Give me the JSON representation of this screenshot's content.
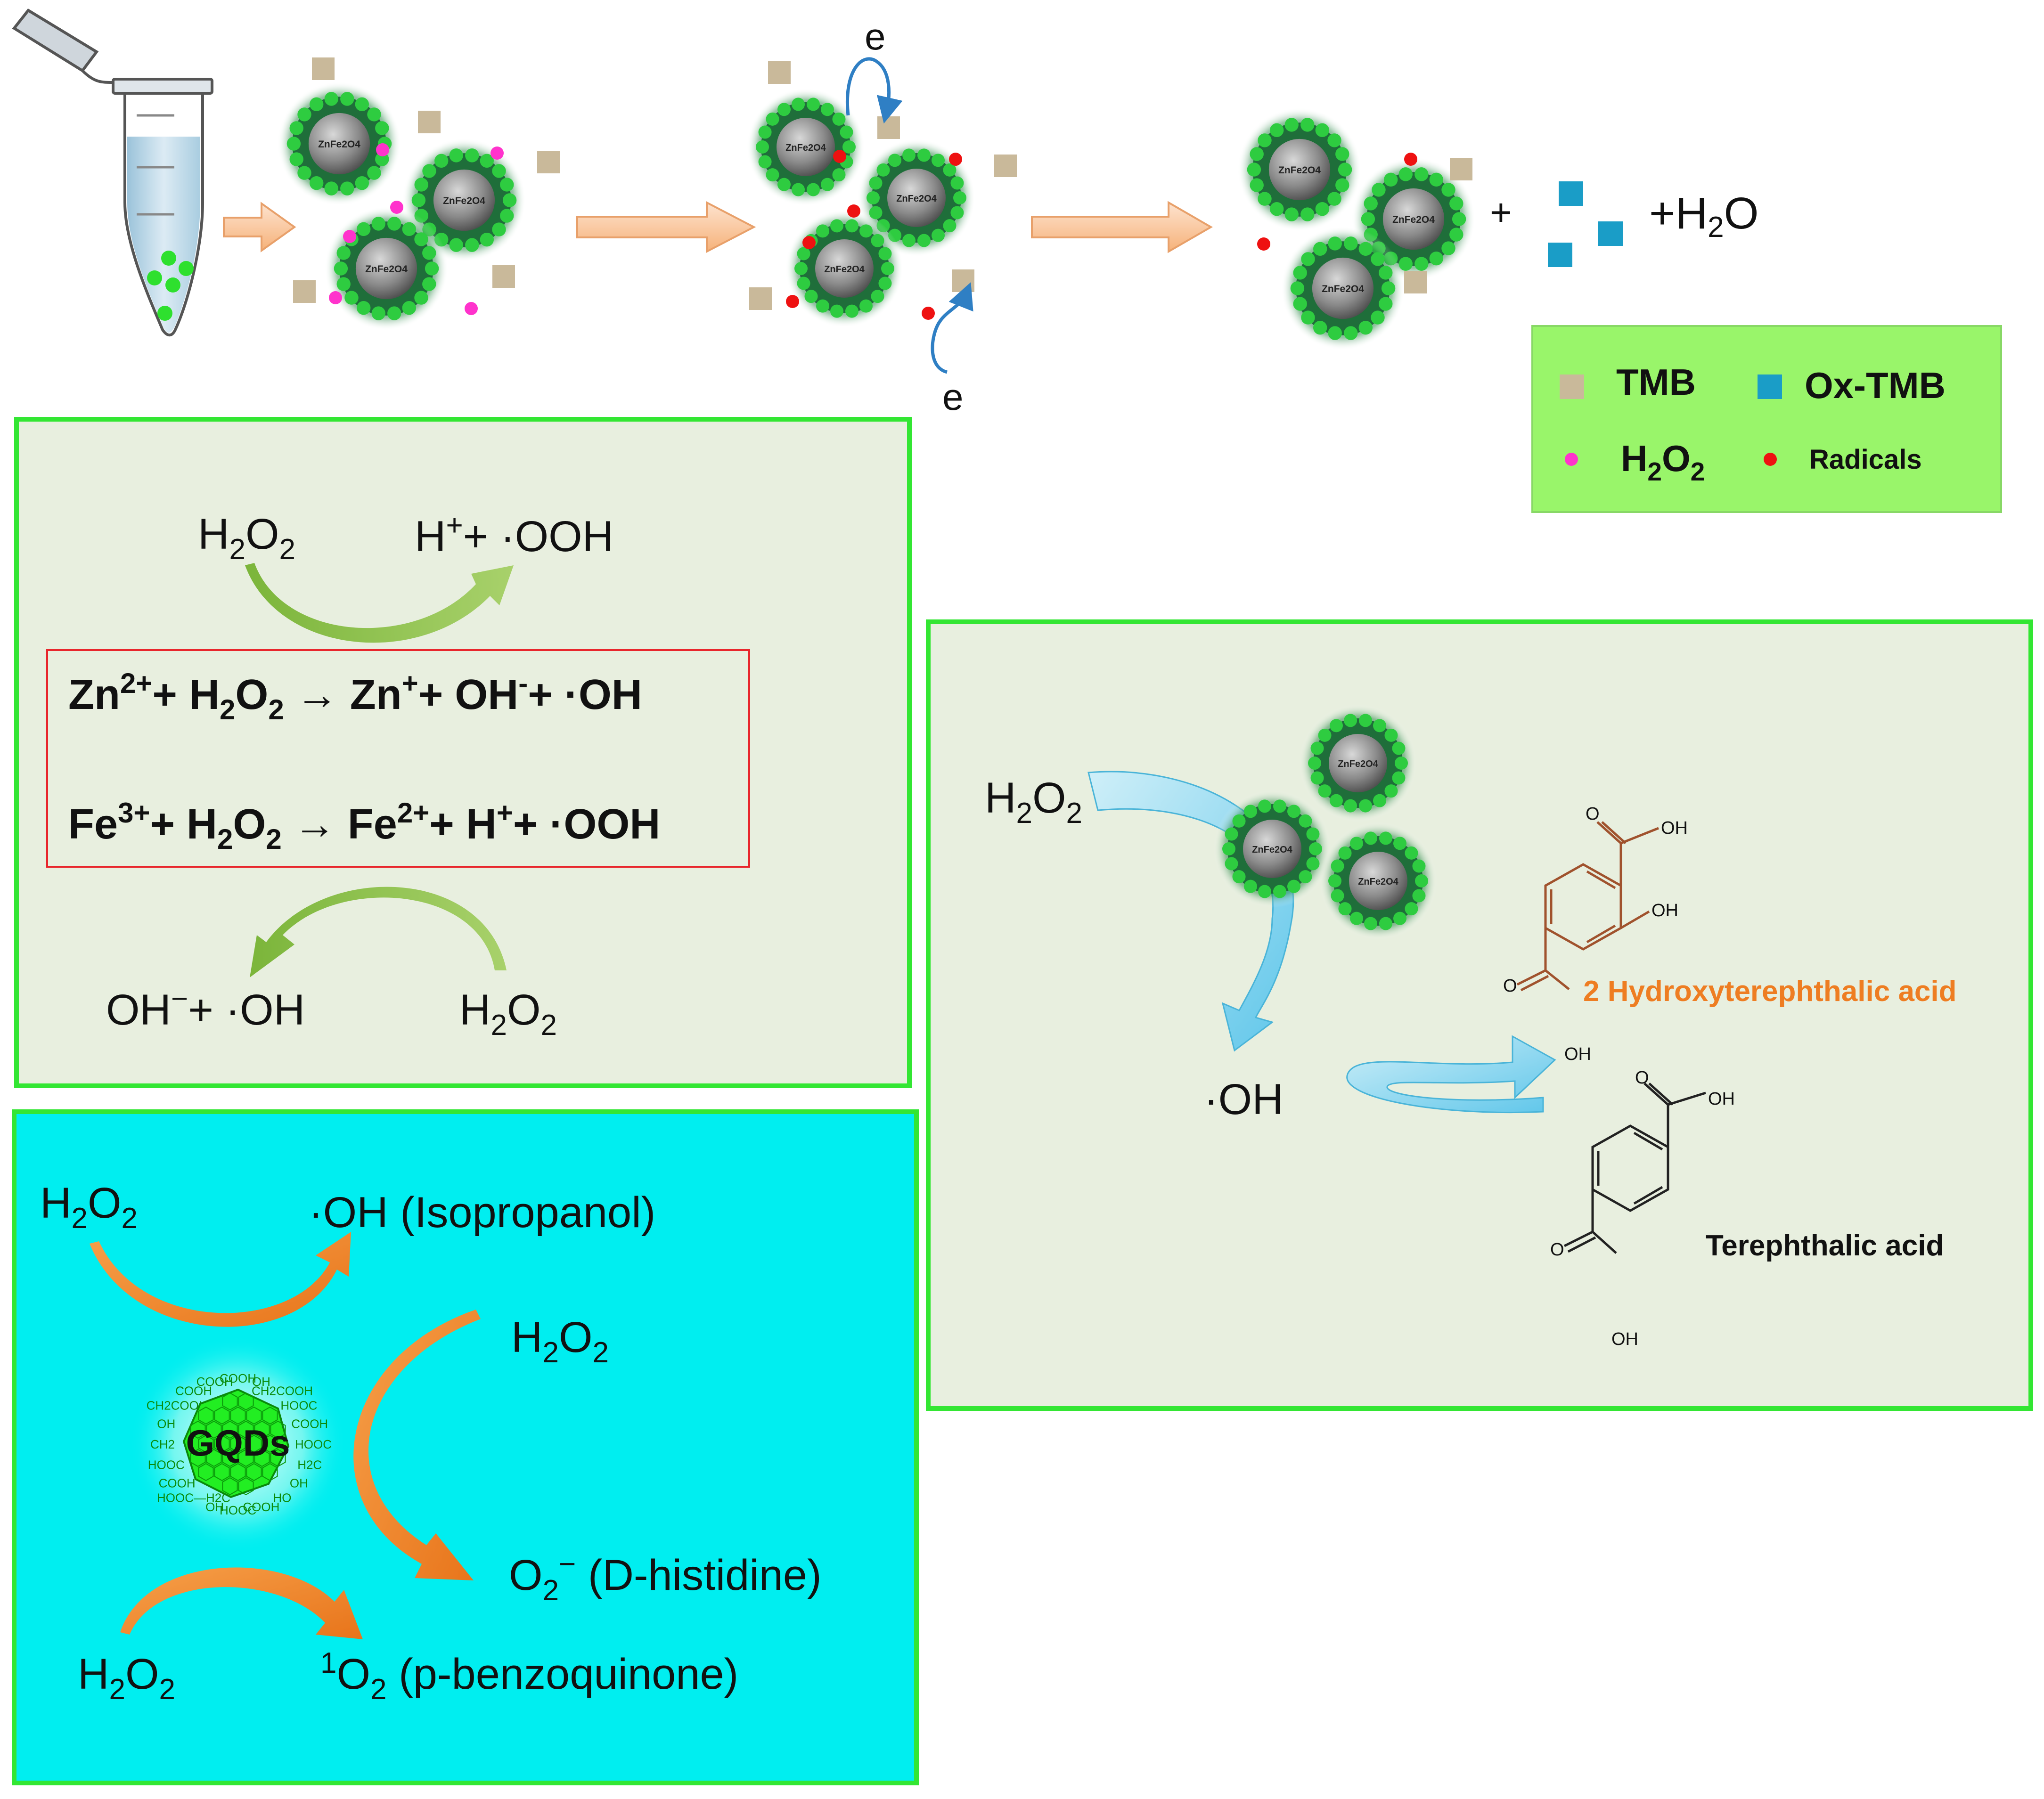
{
  "particle_label": "ZnFe2O4",
  "top": {
    "electron_label": "e",
    "plus": "+",
    "h2o": "+H2O"
  },
  "legend": {
    "tmb": "TMB",
    "ox_tmb": "Ox-TMB",
    "h2o2": "H2O2",
    "radicals": "Radicals"
  },
  "mechanism_box": {
    "h2o2_top": "H2O2",
    "product_top": "H+ + ·OOH",
    "eq1": "Zn2+ + H2O2 → Zn+ + OH- + ·OH",
    "eq2": "Fe3+ + H2O2 → Fe2+ + H+ + ·OOH",
    "product_bottom": "OH− + ·OH",
    "h2o2_bottom": "H2O2"
  },
  "gqd_box": {
    "h2o2_1": "H2O2",
    "oh_scavenger": "·OH (Isopropanol)",
    "h2o2_2": "H2O2",
    "superoxide_scavenger": "O2− (D-histidine)",
    "h2o2_3": "H2O2",
    "singlet_scavenger": "1O2 (p-benzoquinone)",
    "gqd_label": "GQDs",
    "edge_groups": [
      "COOH",
      "OH",
      "CH2COOH",
      "HOOC",
      "COOH",
      "HOOC",
      "H2C",
      "OH",
      "HO",
      "COOH",
      "HOOC",
      "OH",
      "HOOC—H2C",
      "COOH",
      "HOOC",
      "CH2",
      "OH",
      "CH2COOH",
      "COOH",
      "COOH"
    ]
  },
  "ta_box": {
    "h2o2": "H2O2",
    "oh": "·OH",
    "product_name": "2 Hydroxyterephthalic acid",
    "reactant_name": "Terephthalic acid",
    "oh_group": "OH",
    "o_atom": "O"
  },
  "colors": {
    "green_frame": "#33e633",
    "panel_bg": "#e8efdf",
    "cyan_bg": "#00eef0",
    "legend_bg": "#99f56a",
    "tmb": "#c9b99a",
    "ox_tmb": "#1a9dc7",
    "h2o2_dot": "#ff33cc",
    "radical": "#ee1111",
    "orange_product": "#ee7d22"
  }
}
